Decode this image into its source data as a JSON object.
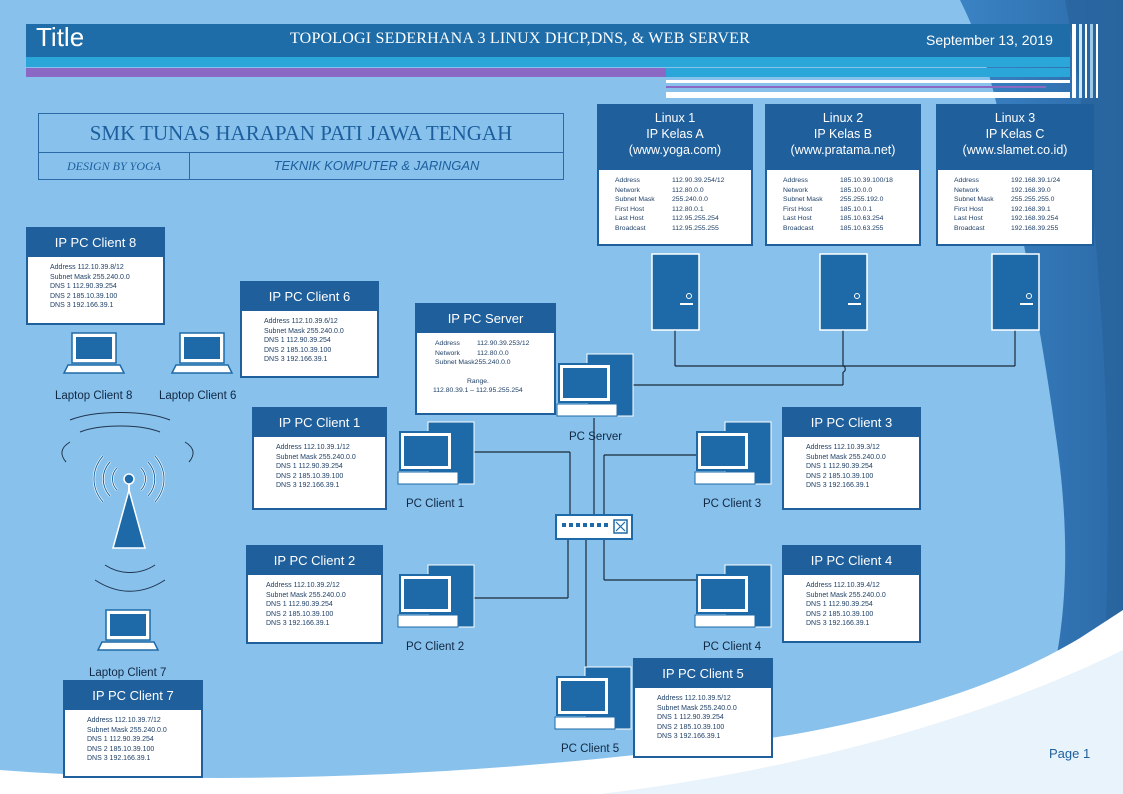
{
  "header": {
    "title": "Title",
    "topic": "TOPOLOGI SEDERHANA 3 LINUX DHCP,DNS, & WEB SERVER",
    "date": "September 13, 2019"
  },
  "school": {
    "name": "SMK TUNAS HARAPAN PATI JAWA TENGAH",
    "design": "DESIGN BY YOGA",
    "department": "TEKNIK KOMPUTER & JARINGAN"
  },
  "servers": [
    {
      "line1": "Linux 1",
      "line2": "IP Kelas A",
      "line3": "(www.yoga.com)",
      "rows": [
        [
          "Address",
          "112.90.39.254/12"
        ],
        [
          "Network",
          "112.80.0.0"
        ],
        [
          "Subnet Mask",
          "255.240.0.0"
        ],
        [
          "First Host",
          "112.80.0.1"
        ],
        [
          "Last  Host",
          "112.95.255.254"
        ],
        [
          "Broadcast",
          "112.95.255.255"
        ]
      ]
    },
    {
      "line1": "Linux 2",
      "line2": "IP Kelas B",
      "line3": "(www.pratama.net)",
      "rows": [
        [
          "Address",
          "185.10.39.100/18"
        ],
        [
          "Network",
          "185.10.0.0"
        ],
        [
          "Subnet Mask",
          "255.255.192.0"
        ],
        [
          "First Host",
          "185.10.0.1"
        ],
        [
          "Last  Host",
          "185.10.63.254"
        ],
        [
          "Broadcast",
          "185.10.63.255"
        ]
      ]
    },
    {
      "line1": "Linux 3",
      "line2": "IP Kelas C",
      "line3": "(www.slamet.co.id)",
      "rows": [
        [
          "Address",
          "192.168.39.1/24"
        ],
        [
          "Network",
          "192.168.39.0"
        ],
        [
          "Subnet Mask",
          "255.255.255.0"
        ],
        [
          "First Host",
          "192.168.39.1"
        ],
        [
          "Last  Host",
          "192.168.39.254"
        ],
        [
          "Broadcast",
          "192.168.39.255"
        ]
      ]
    }
  ],
  "pc_server": {
    "title": "IP PC Server",
    "rows": [
      [
        "Address",
        "112.90.39.253/12"
      ],
      [
        "Network",
        "112.80.0.0"
      ],
      [
        "Subnet Mask",
        "255.240.0.0"
      ]
    ],
    "range_label": "Range.",
    "range_value": "112.80.39.1 – 112.95.255.254"
  },
  "clients": {
    "c8": {
      "title": "IP PC Client 8",
      "lines": [
        "Address 112.10.39.8/12",
        "Subnet Mask 255.240.0.0",
        "DNS 1 112.90.39.254",
        "DNS 2 185.10.39.100",
        "DNS 3 192.166.39.1"
      ]
    },
    "c6": {
      "title": "IP PC Client 6",
      "lines": [
        "Address 112.10.39.6/12",
        "Subnet Mask 255.240.0.0",
        "DNS 1 112.90.39.254",
        "DNS 2 185.10.39.100",
        "DNS 3 192.166.39.1"
      ]
    },
    "c1": {
      "title": "IP PC Client 1",
      "lines": [
        "Address 112.10.39.1/12",
        "Subnet Mask 255.240.0.0",
        "DNS 1 112.90.39.254",
        "DNS 2 185.10.39.100",
        "DNS 3 192.166.39.1"
      ]
    },
    "c2": {
      "title": "IP PC Client 2",
      "lines": [
        "Address 112.10.39.2/12",
        "Subnet Mask 255.240.0.0",
        "DNS 1 112.90.39.254",
        "DNS 2 185.10.39.100",
        "DNS 3 192.166.39.1"
      ]
    },
    "c3": {
      "title": "IP PC Client 3",
      "lines": [
        "Address 112.10.39.3/12",
        "Subnet Mask 255.240.0.0",
        "DNS 1 112.90.39.254",
        "DNS 2 185.10.39.100",
        "DNS 3 192.166.39.1"
      ]
    },
    "c4": {
      "title": "IP PC Client 4",
      "lines": [
        "Address 112.10.39.4/12",
        "Subnet Mask 255.240.0.0",
        "DNS 1 112.90.39.254",
        "DNS 2 185.10.39.100",
        "DNS 3 192.166.39.1"
      ]
    },
    "c5": {
      "title": "IP PC Client 5",
      "lines": [
        "Address 112.10.39.5/12",
        "Subnet Mask 255.240.0.0",
        "DNS 1 112.90.39.254",
        "DNS 2 185.10.39.100",
        "DNS 3 192.166.39.1"
      ]
    },
    "c7": {
      "title": "IP PC Client 7",
      "lines": [
        "Address 112.10.39.7/12",
        "Subnet Mask 255.240.0.0",
        "DNS 1 112.90.39.254",
        "DNS 2 185.10.39.100",
        "DNS 3 192.166.39.1"
      ]
    }
  },
  "devices": {
    "laptop8": "Laptop Client 8",
    "laptop6": "Laptop Client 6",
    "laptop7": "Laptop Client 7",
    "pc_server": "PC Server",
    "pc1": "PC Client 1",
    "pc2": "PC Client 2",
    "pc3": "PC Client 3",
    "pc4": "PC Client 4",
    "pc5": "PC Client 5"
  },
  "footer": {
    "page": "Page 1"
  },
  "colors": {
    "primary": "#1e5f9c",
    "background": "#87c0ea",
    "accent_bar": "#2aa0cc",
    "purple_bar": "#8a68c4"
  },
  "icons": [
    "desktop-pc-icon",
    "laptop-icon",
    "server-tower-icon",
    "network-switch-icon",
    "wireless-antenna-icon"
  ]
}
